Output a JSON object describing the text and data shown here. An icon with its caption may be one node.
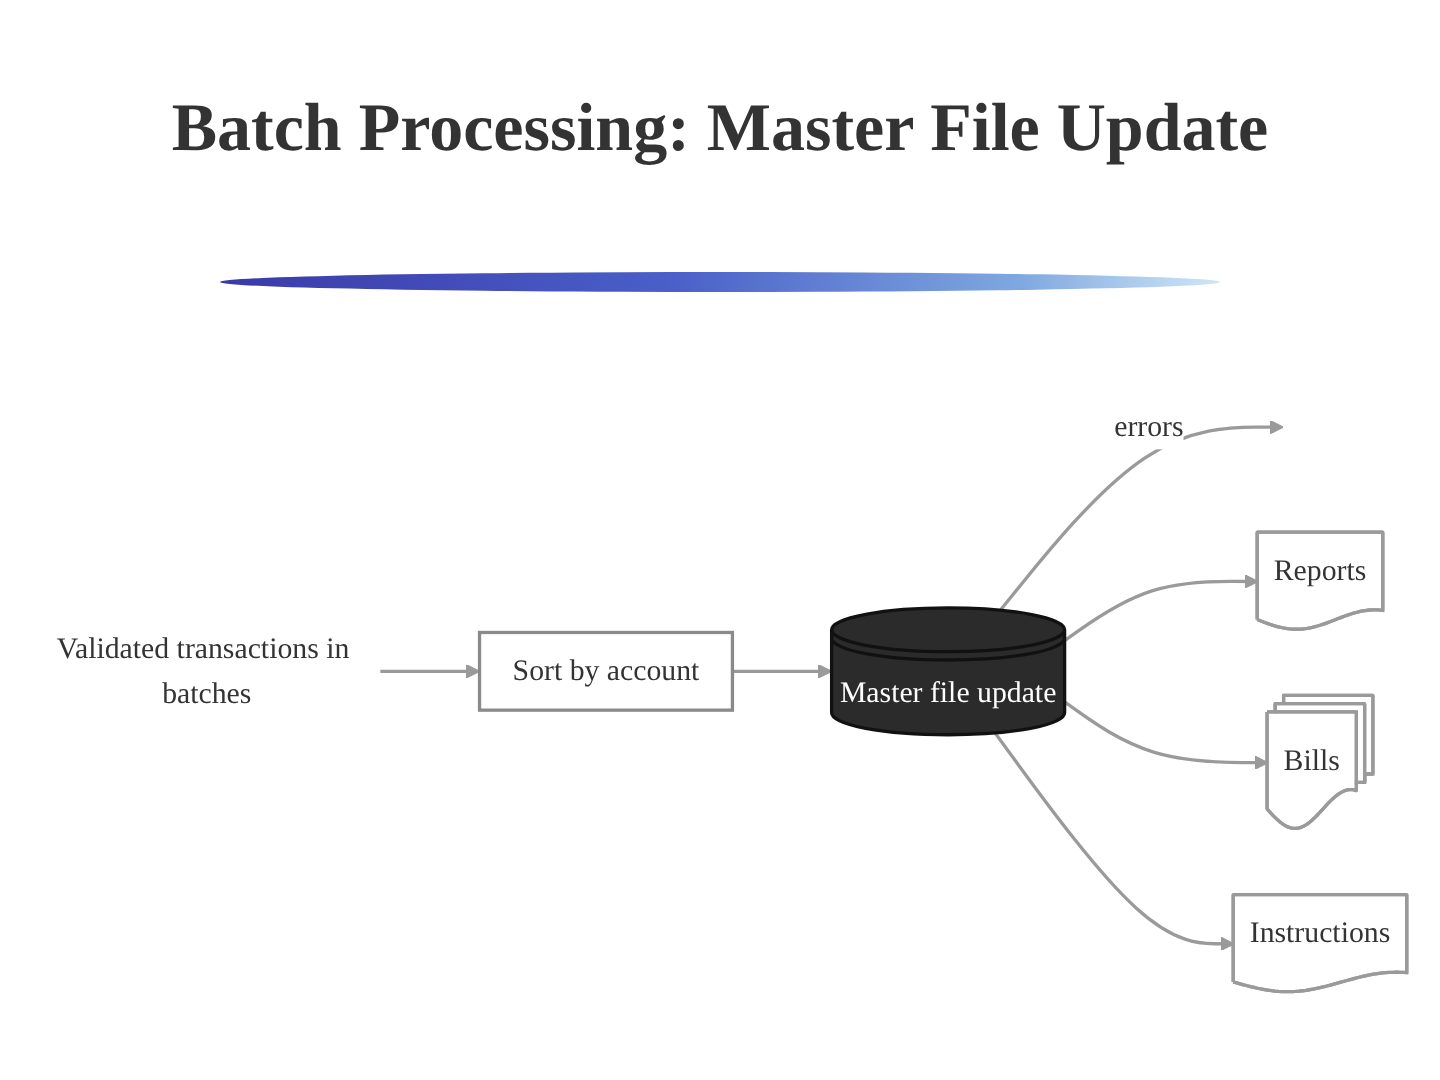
{
  "diagram": {
    "title": "Batch Processing: Master File Update",
    "nodes": [
      {
        "text": [
          "Validated transactions in batches"
        ]
      },
      {
        "text": [
          "Sort by account"
        ]
      },
      {
        "text": [
          "Master file update"
        ]
      },
      {
        "text": [
          "Reports"
        ]
      },
      {
        "text": [
          "Bills"
        ]
      },
      {
        "text": [
          "Instructions"
        ]
      }
    ],
    "edges": [
      {
        "from": 0,
        "to": 1,
        "arrow": "to"
      },
      {
        "from": 1,
        "to": 2,
        "arrow": "to"
      },
      {
        "from": 2,
        "to": null,
        "label": "errors",
        "arrow": "to"
      },
      {
        "from": 2,
        "to": 3,
        "arrow": "to"
      },
      {
        "from": 2,
        "to": 4,
        "arrow": "to"
      },
      {
        "from": 2,
        "to": 5,
        "arrow": "to"
      }
    ]
  }
}
